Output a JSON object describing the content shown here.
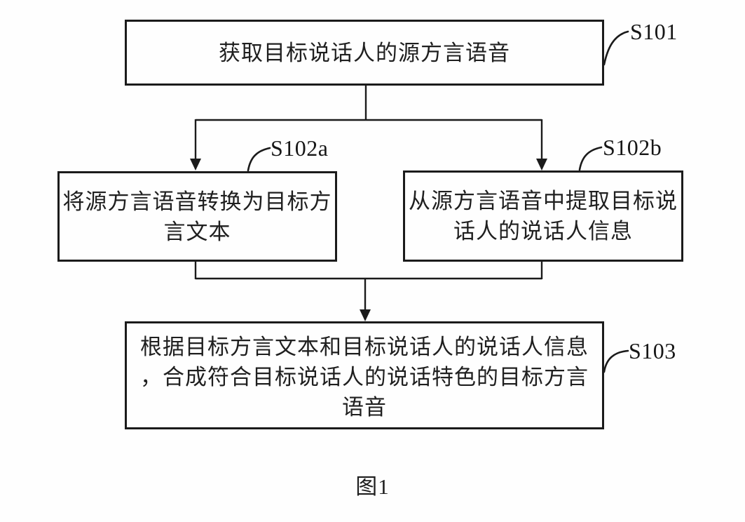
{
  "figure": {
    "caption": "图1",
    "background": "#fefefe",
    "line_color": "#1b1b1b"
  },
  "steps": [
    {
      "label": "S101",
      "text": "获取目标说话人的源方言语音",
      "lines": [
        "获取目标说话人的源方言语音"
      ]
    },
    {
      "label": "S102a",
      "text": "将源方言语音转换为目标方言文本",
      "lines": [
        "将源方言语音转换为目标方",
        "言文本"
      ]
    },
    {
      "label": "S102b",
      "text": "从源方言语音中提取目标说话人的说话人信息",
      "lines": [
        "从源方言语音中提取目标说",
        "话人的说话人信息"
      ]
    },
    {
      "label": "S103",
      "text": "根据目标方言文本和目标说话人的说话人信息，合成符合目标说话人的说话特色的目标方言语音",
      "lines": [
        "根据目标方言文本和目标说话人的说话人信息",
        "，合成符合目标说话人的说话特色的目标方言",
        "语音"
      ]
    }
  ],
  "edges": [
    "S101→S102a",
    "S101→S102b",
    "S102a→S103",
    "S102b→S103"
  ]
}
